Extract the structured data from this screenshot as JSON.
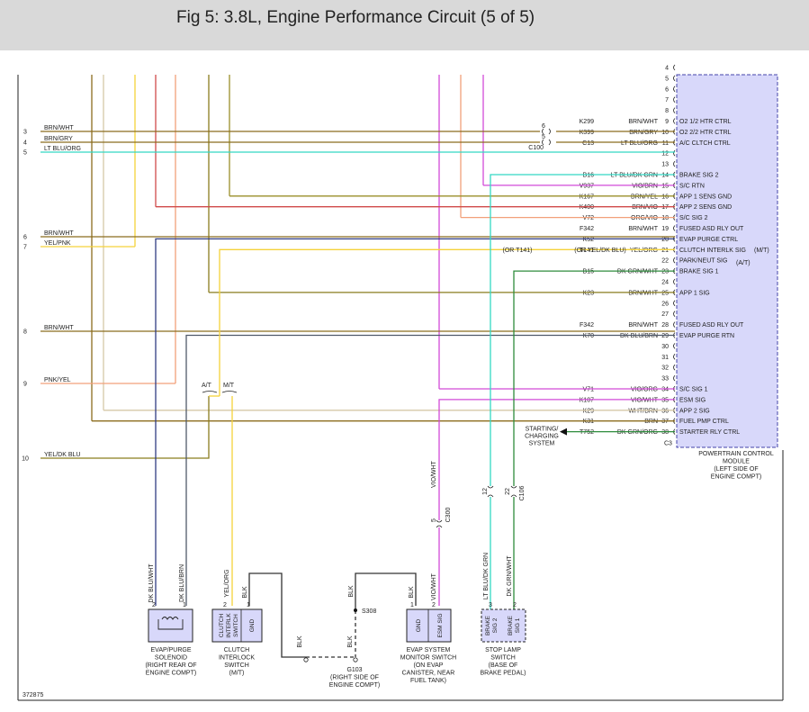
{
  "title": "Fig 5: 3.8L, Engine Performance Circuit (5 of 5)",
  "figure_id": "372875",
  "colors": {
    "border": "#222222",
    "module_fill": "#d8d8fa",
    "module_border": "#4444aa",
    "component_fill": "#d8d8fa",
    "wire_brown_white": "#8b6c1e",
    "wire_tan": "#d6c8a8",
    "wire_yellow": "#f5d23a",
    "wire_red": "#d04a4a",
    "wire_salmon": "#f2a07a",
    "wire_olive": "#8a7d1e",
    "wire_magenta": "#d24ad8",
    "wire_cyan": "#33d8c4",
    "wire_navy": "#303c82",
    "wire_green": "#2e8c3c",
    "wire_gray": "#505a6a",
    "wire_black": "#333333",
    "wire_olive_dark": "#9a8f2a"
  },
  "left_refs": [
    {
      "num": "3",
      "color": "BRN/WHT"
    },
    {
      "num": "4",
      "color": "BRN/GRY"
    },
    {
      "num": "5",
      "color": "LT BLU/ORG"
    },
    {
      "num": "6",
      "color": "BRN/WHT"
    },
    {
      "num": "7",
      "color": "YEL/PNK"
    },
    {
      "num": "8",
      "color": "BRN/WHT"
    },
    {
      "num": "9",
      "color": "PNK/YEL"
    },
    {
      "num": "10",
      "color": "YEL/DK BLU"
    }
  ],
  "top_wire_label": "BRN/WHT",
  "pins": [
    {
      "pin": "4",
      "circuit": "",
      "color": "",
      "signal": ""
    },
    {
      "pin": "5",
      "circuit": "",
      "color": "",
      "signal": ""
    },
    {
      "pin": "6",
      "circuit": "",
      "color": "",
      "signal": ""
    },
    {
      "pin": "7",
      "circuit": "",
      "color": "",
      "signal": ""
    },
    {
      "pin": "8",
      "circuit": "",
      "color": "",
      "signal": ""
    },
    {
      "pin": "9",
      "circuit": "K299",
      "color": "BRN/WHT",
      "signal": "O2 1/2 HTR CTRL"
    },
    {
      "pin": "10",
      "circuit": "K399",
      "color": "BRN/GRY",
      "signal": "O2 2/2 HTR CTRL"
    },
    {
      "pin": "11",
      "circuit": "C13",
      "color": "LT BLU/ORG",
      "signal": "A/C CLTCH CTRL"
    },
    {
      "pin": "12",
      "circuit": "",
      "color": "",
      "signal": ""
    },
    {
      "pin": "13",
      "circuit": "",
      "color": "",
      "signal": ""
    },
    {
      "pin": "14",
      "circuit": "B16",
      "color": "LT BLU/DK GRN",
      "signal": "BRAKE SIG 2"
    },
    {
      "pin": "15",
      "circuit": "V937",
      "color": "VIO/BRN",
      "signal": "S/C RTN"
    },
    {
      "pin": "16",
      "circuit": "K167",
      "color": "BRN/YEL",
      "signal": "APP 1 SENS GND"
    },
    {
      "pin": "17",
      "circuit": "K400",
      "color": "BRN/VIO",
      "signal": "APP 2 SENS GND"
    },
    {
      "pin": "18",
      "circuit": "V72",
      "color": "ORG/VIO",
      "signal": "S/C SIG 2"
    },
    {
      "pin": "19",
      "circuit": "F342",
      "color": "BRN/WHT",
      "signal": "FUSED ASD RLY OUT"
    },
    {
      "pin": "20",
      "circuit": "K52",
      "color": "",
      "signal": "EVAP PURGE CTRL"
    },
    {
      "pin": "21",
      "circuit": "T141",
      "color": "YEL/ORG",
      "signal": "CLUTCH INTERLK SIG"
    },
    {
      "pin": "22",
      "circuit": "",
      "color": "",
      "signal": "PARK/NEUT SIG"
    },
    {
      "pin": "23",
      "circuit": "B15",
      "color": "DK GRN/WHT",
      "signal": "BRAKE SIG 1"
    },
    {
      "pin": "24",
      "circuit": "",
      "color": "",
      "signal": ""
    },
    {
      "pin": "25",
      "circuit": "K23",
      "color": "BRN/WHT",
      "signal": "APP 1 SIG"
    },
    {
      "pin": "26",
      "circuit": "",
      "color": "",
      "signal": ""
    },
    {
      "pin": "27",
      "circuit": "",
      "color": "",
      "signal": ""
    },
    {
      "pin": "28",
      "circuit": "F342",
      "color": "BRN/WHT",
      "signal": "FUSED ASD RLY OUT"
    },
    {
      "pin": "29",
      "circuit": "K70",
      "color": "DK BLU/BRN",
      "signal": "EVAP PURGE RTN"
    },
    {
      "pin": "30",
      "circuit": "",
      "color": "",
      "signal": ""
    },
    {
      "pin": "31",
      "circuit": "",
      "color": "",
      "signal": ""
    },
    {
      "pin": "32",
      "circuit": "",
      "color": "",
      "signal": ""
    },
    {
      "pin": "33",
      "circuit": "",
      "color": "",
      "signal": ""
    },
    {
      "pin": "34",
      "circuit": "V71",
      "color": "VIO/ORG",
      "signal": "S/C SIG 1"
    },
    {
      "pin": "35",
      "circuit": "K107",
      "color": "VIO/WHT",
      "signal": "ESM SIG"
    },
    {
      "pin": "36",
      "circuit": "K29",
      "color": "WHT/BRN",
      "signal": "APP 2 SIG"
    },
    {
      "pin": "37",
      "circuit": "K31",
      "color": "BRN",
      "signal": "FUEL PMP CTRL"
    },
    {
      "pin": "38",
      "circuit": "T752",
      "color": "DK GRN/ORG",
      "signal": "STARTER RLY CTRL"
    }
  ],
  "connector_bottom": "C3",
  "c100_pins": {
    "k299": "6",
    "k399": "5",
    "name": "C100"
  },
  "clutch_mt": "(M/T)",
  "park_at": "(A/T)",
  "or_t141": "(OR T141)",
  "or_yel_dkblu": "(OR YEL/DK BLU)",
  "starting_system": [
    "STARTING/",
    "CHARGING",
    "SYSTEM"
  ],
  "pcm_label": [
    "POWERTRAIN CONTROL",
    "MODULE",
    "(LEFT SIDE OF",
    "ENGINE COMPT)"
  ],
  "at_label": "A/T",
  "mt_label": "M/T",
  "c300": {
    "name": "C300",
    "pin": "5",
    "color": "VIO/WHT"
  },
  "c106": {
    "name": "C106",
    "pin_a": "12",
    "pin_b": "22"
  },
  "components": {
    "evap_solenoid": {
      "wire1": "DK BLU/WHT",
      "wire2": "DK BLU/BRN",
      "pin1": "2",
      "pin2": "1",
      "label": [
        "EVAP/PURGE",
        "SOLENOID",
        "(RIGHT REAR OF",
        "ENGINE COMPT)"
      ]
    },
    "clutch_switch": {
      "wire1": "YEL/ORG",
      "wire2": "BLK",
      "pin1": "2",
      "pin2": "1",
      "inner_label": [
        "CLUTCH",
        "INTERLK",
        "SWITCH"
      ],
      "gnd": "GND",
      "label": [
        "CLUTCH",
        "INTERLOCK",
        "SWITCH",
        "(M/T)"
      ]
    },
    "ground": {
      "s308": "S308",
      "blk": "BLK",
      "label": [
        "G103",
        "(RIGHT SIDE OF",
        "ENGINE COMPT)"
      ]
    },
    "esm": {
      "wire1": "BLK",
      "wire2": "VIO/WHT",
      "pin1": "1",
      "pin2": "2",
      "inner_gnd": "GND",
      "inner_sig": "ESM SIG",
      "label": [
        "EVAP SYSTEM",
        "MONITOR SWITCH",
        "(ON EVAP",
        "CANISTER, NEAR",
        "FUEL TANK)"
      ]
    },
    "stop_lamp": {
      "wire1": "LT BLU/DK GRN",
      "wire2": "DK GRN/WHT",
      "pin1": "3",
      "pin2": "2",
      "inner1": "BRAKE SIG 2",
      "inner2": "BRAKE SIG 1",
      "label": [
        "STOP LAMP",
        "SWITCH",
        "(BASE OF",
        "BRAKE PEDAL)"
      ]
    }
  }
}
